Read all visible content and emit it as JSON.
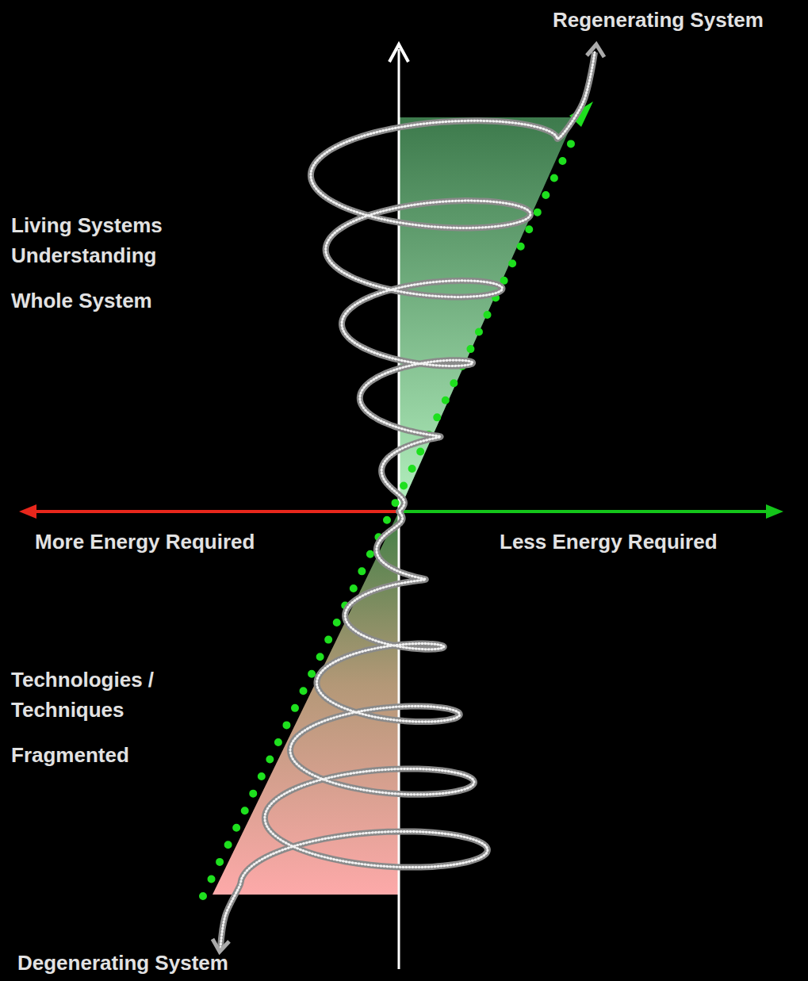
{
  "diagram": {
    "labels": [
      "Regenerating System",
      "Living Systems Understanding",
      "Whole System",
      "More Energy Required",
      "Less Energy Required",
      "Technologies / Techniques",
      "Fragmented",
      "Degenerating System"
    ]
  }
}
